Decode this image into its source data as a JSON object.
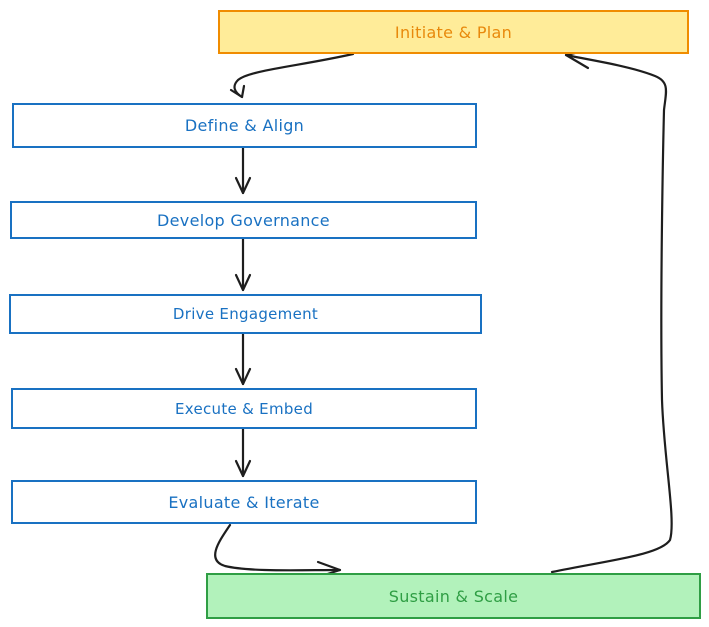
{
  "diagram": {
    "type": "process-flow-cycle",
    "colors": {
      "step_stroke": "#1971c2",
      "start_fill": "#ffec99",
      "start_stroke": "#f08c00",
      "end_fill": "#b2f2bb",
      "end_stroke": "#2f9e44",
      "arrow": "#1e1e1e"
    },
    "nodes": [
      {
        "id": "initiate",
        "label": "Initiate & Plan",
        "style": "yellow"
      },
      {
        "id": "define",
        "label": "Define & Align",
        "style": "blue"
      },
      {
        "id": "develop",
        "label": "Develop Governance",
        "style": "blue"
      },
      {
        "id": "drive",
        "label": "Drive Engagement",
        "style": "blue"
      },
      {
        "id": "execute",
        "label": "Execute & Embed",
        "style": "blue"
      },
      {
        "id": "evaluate",
        "label": "Evaluate & Iterate",
        "style": "blue"
      },
      {
        "id": "sustain",
        "label": "Sustain & Scale",
        "style": "green"
      }
    ],
    "edges": [
      {
        "from": "initiate",
        "to": "define"
      },
      {
        "from": "define",
        "to": "develop"
      },
      {
        "from": "develop",
        "to": "drive"
      },
      {
        "from": "drive",
        "to": "execute"
      },
      {
        "from": "execute",
        "to": "evaluate"
      },
      {
        "from": "evaluate",
        "to": "sustain"
      },
      {
        "from": "sustain",
        "to": "initiate"
      }
    ]
  }
}
